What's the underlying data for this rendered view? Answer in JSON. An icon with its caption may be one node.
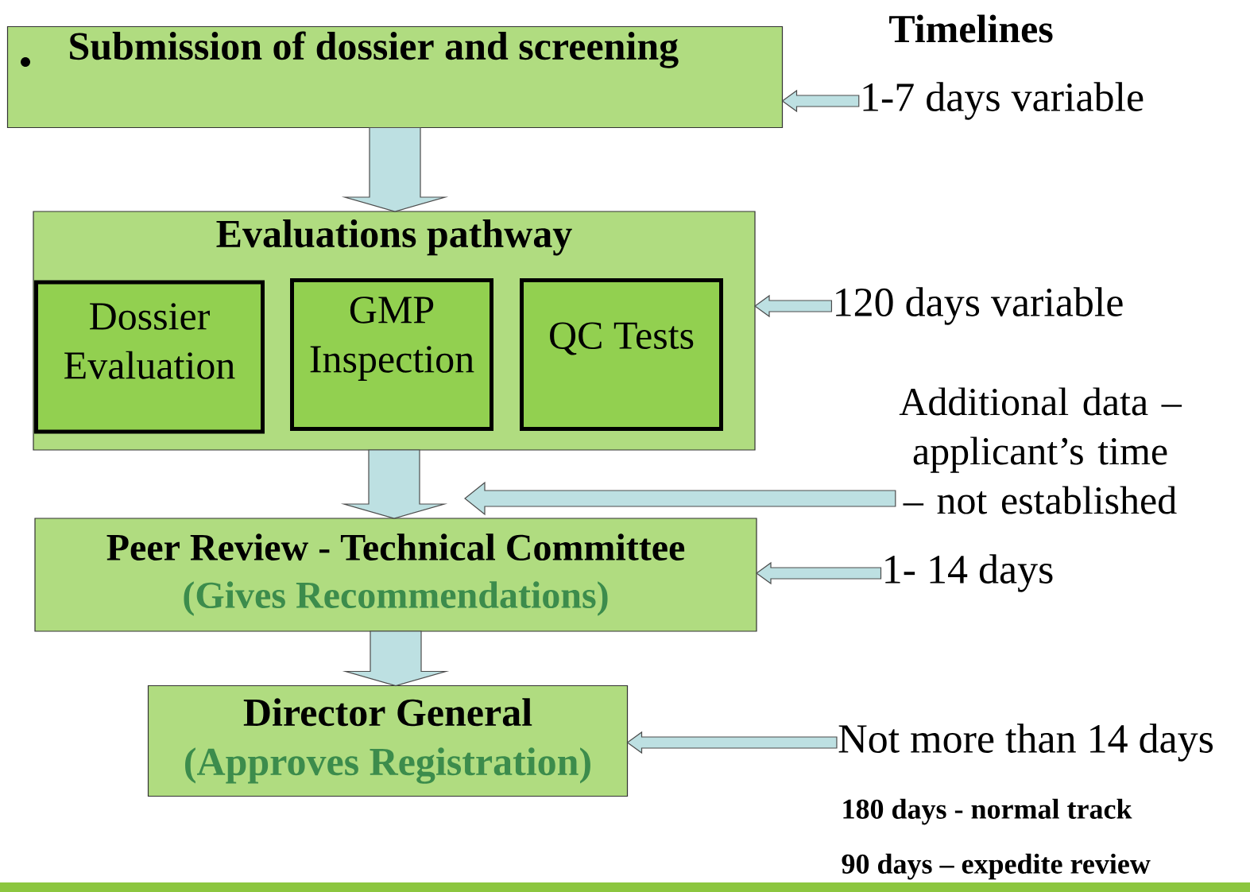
{
  "diagram": {
    "title": "Timelines",
    "nodes": [
      {
        "text": [
          "Submission of dossier and screening"
        ]
      },
      {
        "text": [
          "Evaluations pathway"
        ]
      },
      {
        "text": [
          "Dossier Evaluation"
        ],
        "in": 1
      },
      {
        "text": [
          "GMP Inspection"
        ],
        "in": 1
      },
      {
        "text": [
          "QC Tests"
        ],
        "in": 1
      },
      {
        "text": [
          "Peer Review - Technical Committee",
          "(Gives Recommendations)"
        ]
      },
      {
        "text": [
          "Director General",
          "(Approves Registration)"
        ]
      },
      {
        "text": [
          "1-7 days variable"
        ]
      },
      {
        "text": [
          "120 days variable"
        ]
      },
      {
        "text": [
          "Additional data – applicant’s time – not established"
        ]
      },
      {
        "text": [
          "1- 14 days"
        ]
      },
      {
        "text": [
          "Not more than 14 days"
        ]
      }
    ],
    "edges": [
      {
        "from": 0,
        "to": 1,
        "arrow": "to"
      },
      {
        "from": 1,
        "to": 5,
        "arrow": "to"
      },
      {
        "from": 5,
        "to": 6,
        "arrow": "to"
      },
      {
        "from": 7,
        "to": 0,
        "arrow": "to"
      },
      {
        "from": 8,
        "to": 1,
        "arrow": "to"
      },
      {
        "from": 9,
        "to": null,
        "arrow": "to"
      },
      {
        "from": 10,
        "to": 5,
        "arrow": "to"
      },
      {
        "from": 11,
        "to": 6,
        "arrow": "to"
      }
    ],
    "labels": [
      "180 days  - normal track",
      "90 days – expedite review"
    ]
  }
}
